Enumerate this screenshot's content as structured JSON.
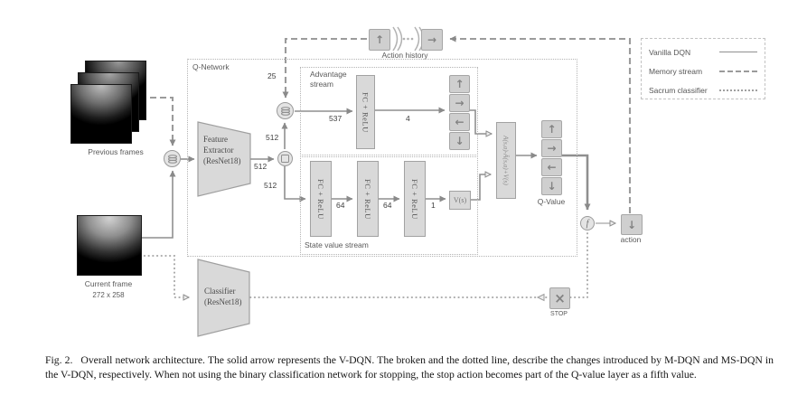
{
  "figure": {
    "caption_label": "Fig. 2.",
    "caption_text": "Overall network architecture. The solid arrow represents the V-DQN. The broken and the dotted line, describe the changes introduced by M-DQN and MS-DQN in the V-DQN, respectively. When not using the binary classification network for stopping, the stop action becomes part of the Q-value layer as a fifth value."
  },
  "legend": {
    "items": [
      {
        "label": "Vanilla DQN",
        "style": "solid"
      },
      {
        "label": "Memory stream",
        "style": "dashed"
      },
      {
        "label": "Sacrum classifier",
        "style": "dotted"
      }
    ]
  },
  "colors": {
    "line": "#8f8f8f",
    "box_fill": "#d9d9d9",
    "accent_text": "#595959"
  },
  "inputs": {
    "previous_frames_label": "Previous frames",
    "current_frame_label": "Current frame",
    "current_frame_size": "272 x 258"
  },
  "qnet": {
    "label": "Q-Network",
    "feature_extractor": [
      "Feature",
      "Extractor",
      "(ResNet18)"
    ],
    "classifier": [
      "Classifier",
      "(ResNet18)"
    ],
    "advantage": {
      "label": "Advantage stream",
      "fc": "FC + ReLU",
      "in_dim": "537",
      "out_dim": "4",
      "actions": [
        "↑",
        "→",
        "←",
        "↓"
      ]
    },
    "state_value": {
      "label": "State value stream",
      "fc1": "FC + ReLU",
      "fc2": "FC + ReLU",
      "fc3": "FC + ReLU",
      "d1": "64",
      "d2": "64",
      "d3": "1",
      "v": "V(s)"
    },
    "agg": "A(s,a)-Ā(s,a)+V(s)",
    "dims": {
      "memory": "25",
      "f_top": "512",
      "f_out": "512",
      "f_bottom": "512"
    },
    "qvalue": {
      "label": "Q-Value",
      "actions": [
        "↑",
        "→",
        "←",
        "↓"
      ]
    },
    "f": "f",
    "action": {
      "label": "action",
      "glyph": "↓"
    },
    "stop": {
      "label": "STOP",
      "glyph": "×"
    },
    "history": {
      "label": "Action history",
      "actions": [
        "↑",
        "→"
      ]
    }
  }
}
